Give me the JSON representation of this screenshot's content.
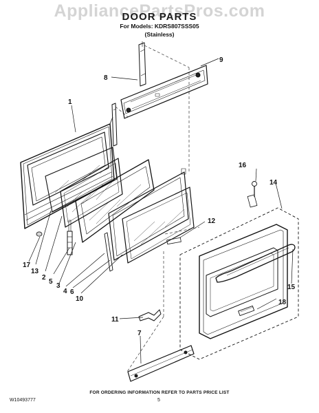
{
  "watermark": "AppliancePartsPros.com",
  "header": {
    "title": "DOOR PARTS",
    "models_line": "For Models: KDRS807SSS05",
    "finish_line": "(Stainless)"
  },
  "callouts": [
    "1",
    "2",
    "3",
    "4",
    "5",
    "6",
    "7",
    "8",
    "9",
    "10",
    "11",
    "12",
    "13",
    "14",
    "15",
    "16",
    "17",
    "18"
  ],
  "footer": {
    "note": "FOR ORDERING INFORMATION REFER TO PARTS PRICE LIST",
    "doc_number": "W10493777",
    "page_number": "5"
  }
}
